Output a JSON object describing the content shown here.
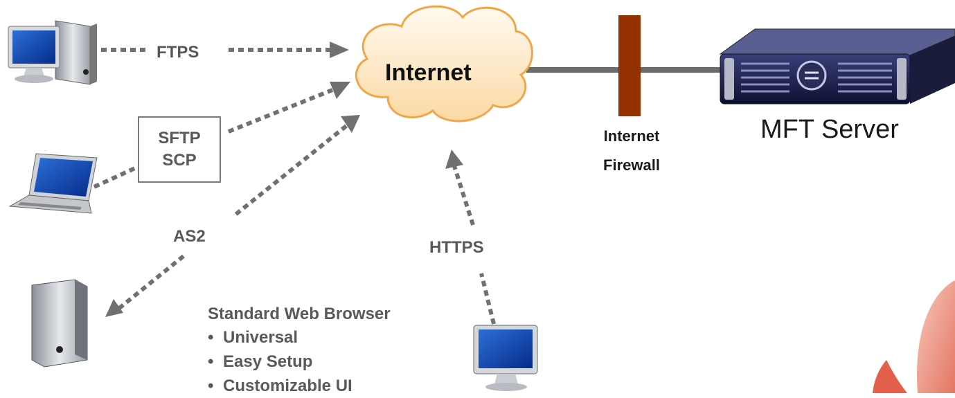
{
  "protocols": {
    "ftps": "FTPS",
    "sftp": "SFTP",
    "scp": "SCP",
    "as2": "AS2",
    "https": "HTTPS"
  },
  "cloud": {
    "label": "Internet"
  },
  "firewall": {
    "line1": "Internet",
    "line2": "Firewall"
  },
  "server": {
    "label": "MFT Server"
  },
  "browser": {
    "title": "Standard Web Browser",
    "features": [
      "Universal",
      "Easy Setup",
      "Customizable UI"
    ]
  },
  "colors": {
    "arrow": "#707070",
    "firewall": "#943100",
    "cloud_fill": "#fde6c4",
    "cloud_edge": "#f1a64a",
    "server_body": "#1c1f4a"
  },
  "icons": {
    "pc_top_left": "desktop-computer-icon",
    "laptop": "laptop-icon",
    "tower_bottom_left": "tower-server-icon",
    "monitor_bottom": "monitor-icon",
    "rack_server": "rack-server-icon"
  }
}
